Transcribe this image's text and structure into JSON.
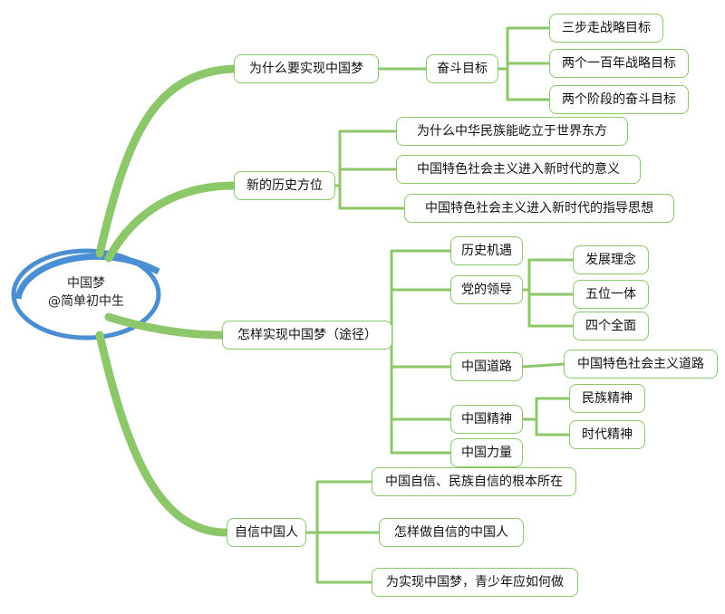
{
  "root": {
    "title": "中国梦",
    "subtitle": "@简单初中生"
  },
  "branches": [
    {
      "label": "为什么要实现中国梦",
      "children": [
        {
          "label": "奋斗目标",
          "children": [
            "三步走战略目标",
            "两个一百年战略目标",
            "两个阶段的奋斗目标"
          ]
        }
      ]
    },
    {
      "label": "新的历史方位",
      "children": [
        "为什么中华民族能屹立于世界东方",
        "中国特色社会主义进入新时代的意义",
        "中国特色社会主义进入新时代的指导思想"
      ]
    },
    {
      "label": "怎样实现中国梦（途径）",
      "children": [
        {
          "label": "历史机遇"
        },
        {
          "label": "党的领导",
          "children": [
            "发展理念",
            "五位一体",
            "四个全面"
          ]
        },
        {
          "label": "中国道路",
          "children": [
            "中国特色社会主义道路"
          ]
        },
        {
          "label": "中国精神",
          "children": [
            "民族精神",
            "时代精神"
          ]
        },
        {
          "label": "中国力量"
        }
      ]
    },
    {
      "label": "自信中国人",
      "children": [
        "中国自信、民族自信的根本所在",
        "怎样做自信的中国人",
        "为实现中国梦，青少年应如何做"
      ]
    }
  ],
  "colors": {
    "line": "#8cc769",
    "ellipse": "#4a8fd4"
  }
}
